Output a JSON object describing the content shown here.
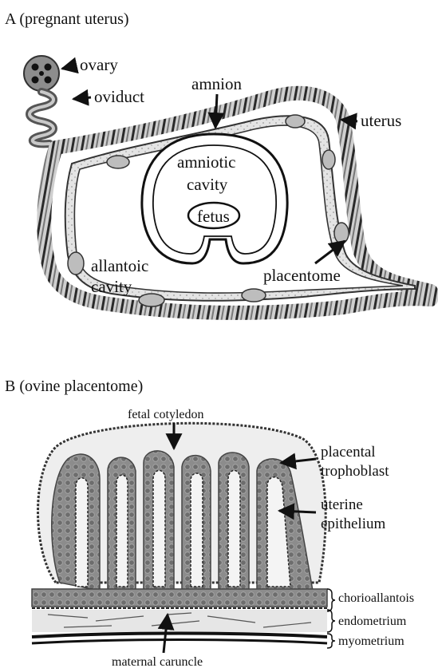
{
  "panel_a": {
    "title": "A (pregnant uterus)",
    "labels": {
      "ovary": "ovary",
      "oviduct": "oviduct",
      "uterus": "uterus",
      "amnion": "amnion",
      "amniotic_line1": "amniotic",
      "amniotic_line2": "cavity",
      "fetus": "fetus",
      "allantoic_line1": "allantoic",
      "allantoic_line2": "cavity",
      "placentome": "placentome"
    }
  },
  "panel_b": {
    "title": "B (ovine placentome)",
    "labels": {
      "fetal_cotyledon": "fetal cotyledon",
      "placental_line1": "placental",
      "placental_line2": "trophoblast",
      "uterine_line1": "uterine",
      "uterine_line2": "epithelium",
      "chorioallantois": "chorioallantois",
      "endometrium": "endometrium",
      "myometrium": "myometrium",
      "maternal_caruncle": "maternal caruncle"
    }
  },
  "colors": {
    "ink": "#111111",
    "wall_light": "#d8d8d8",
    "wall_dark": "#333333",
    "villi_fill": "#8a8a8a",
    "stroma": "#e8e8e8"
  }
}
